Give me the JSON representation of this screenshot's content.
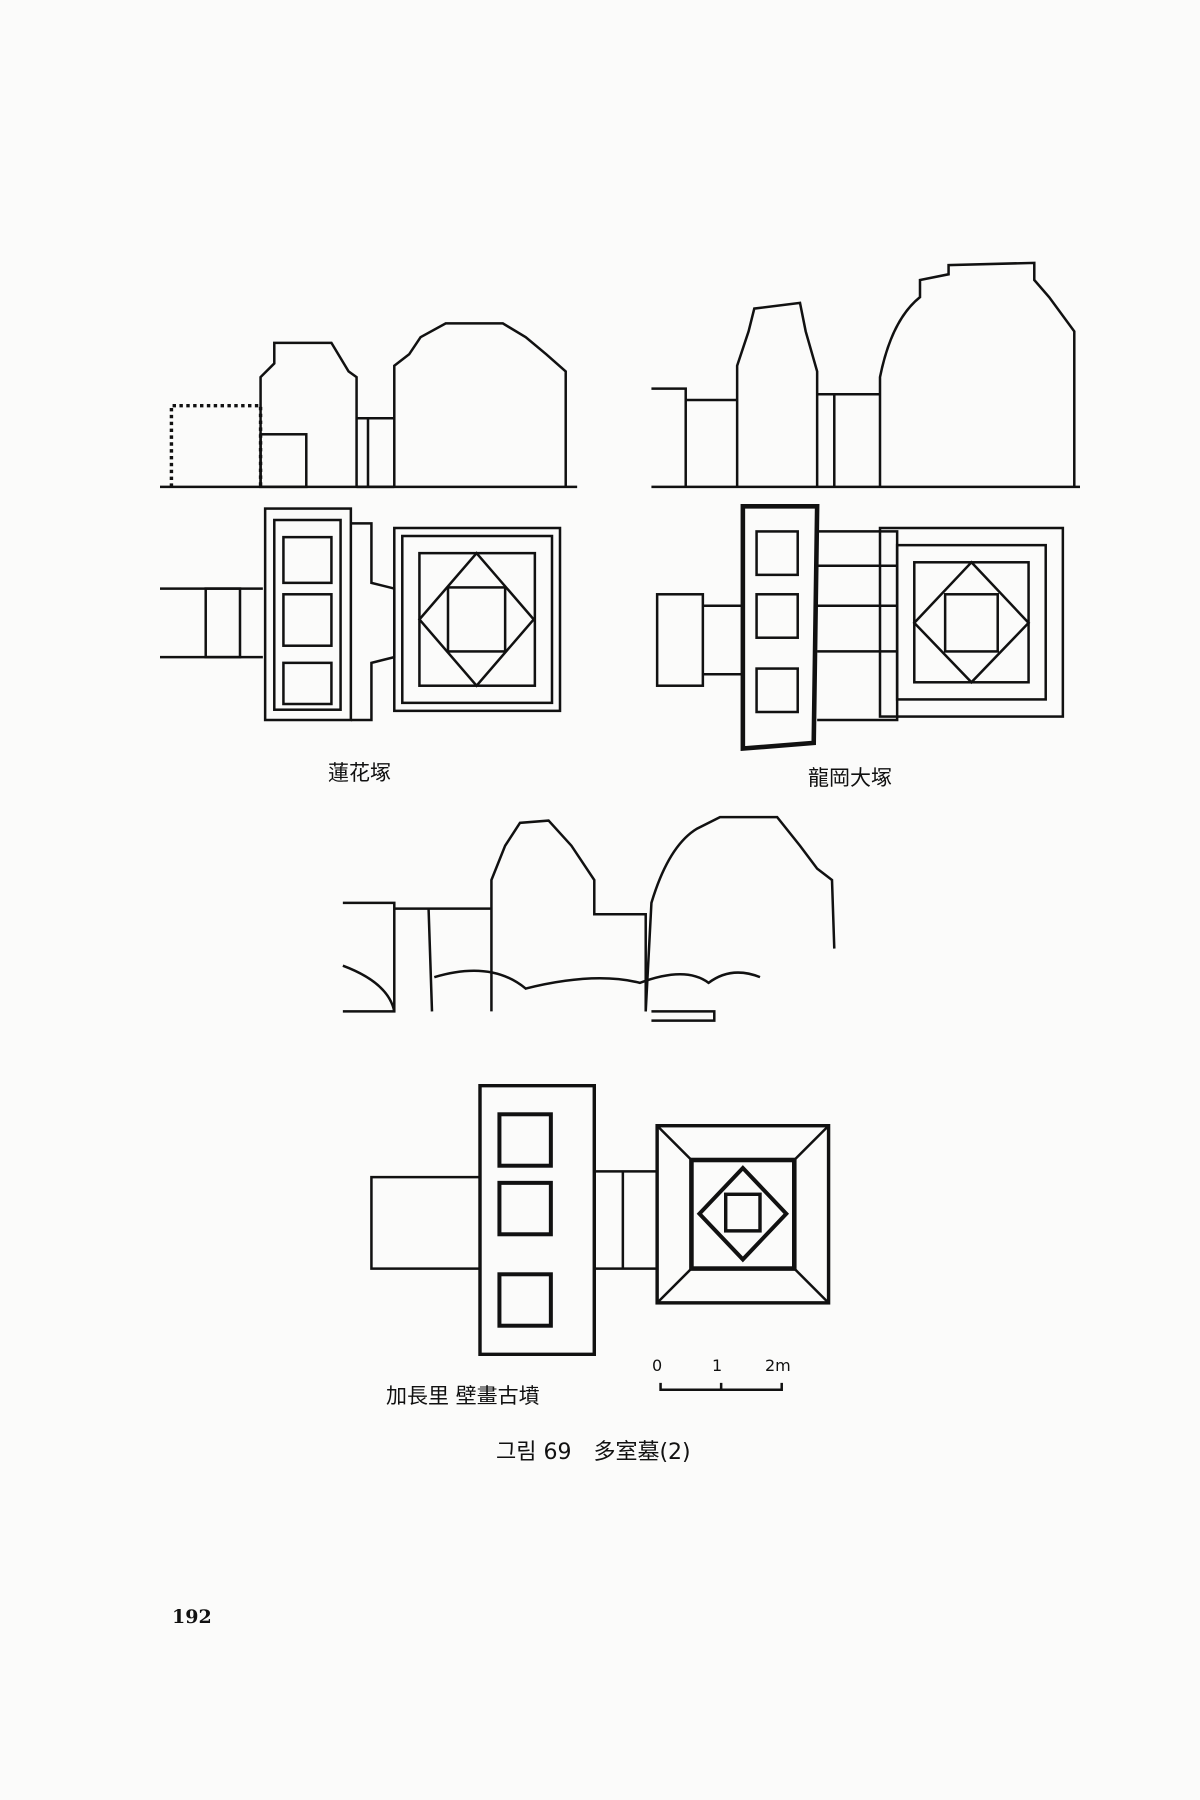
{
  "figures": {
    "lotus_tomb": {
      "label": "蓮花塚"
    },
    "yonggang_tomb": {
      "label": "龍岡大塚"
    },
    "gajangni_tomb": {
      "label": "加長里 壁畫古墳"
    }
  },
  "scale_bar": {
    "ticks": [
      "0",
      "1",
      "2m"
    ]
  },
  "caption": "그림 69　多室墓(2)",
  "page_number": "192"
}
